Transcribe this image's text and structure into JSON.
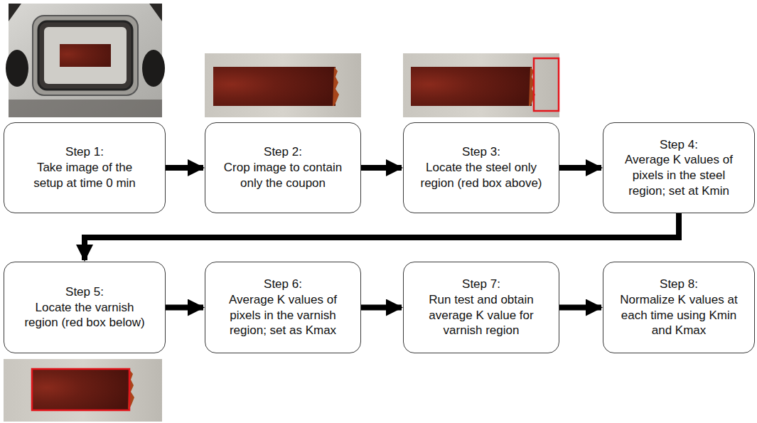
{
  "diagram": {
    "nodes": [
      {
        "text": [
          "Step 1:",
          "Take image of the setup at time 0 min"
        ]
      },
      {
        "text": [
          "Step 2:",
          "Crop image to contain only the coupon"
        ]
      },
      {
        "text": [
          "Step 3:",
          "Locate the steel only region (red box above)"
        ]
      },
      {
        "text": [
          "Step 4:",
          "Average K values of pixels in the steel region; set at Kmin"
        ]
      },
      {
        "text": [
          "Step 5:",
          "Locate the varnish region (red box below)"
        ]
      },
      {
        "text": [
          "Step 6:",
          "Average K values of pixels in the varnish region; set as Kmax"
        ]
      },
      {
        "text": [
          "Step 7:",
          "Run test and obtain average K value for varnish region"
        ]
      },
      {
        "text": [
          "Step 8:",
          "Normalize K values at each time using Kmin and Kmax"
        ]
      }
    ],
    "edges": [
      {
        "from": 0,
        "to": 1,
        "arrow": "to"
      },
      {
        "from": 1,
        "to": 2,
        "arrow": "to"
      },
      {
        "from": 2,
        "to": 3,
        "arrow": "to"
      },
      {
        "from": 3,
        "to": 4,
        "arrow": "to"
      },
      {
        "from": 4,
        "to": 5,
        "arrow": "to"
      },
      {
        "from": 5,
        "to": 6,
        "arrow": "to"
      },
      {
        "from": 6,
        "to": 7,
        "arrow": "to"
      }
    ]
  }
}
